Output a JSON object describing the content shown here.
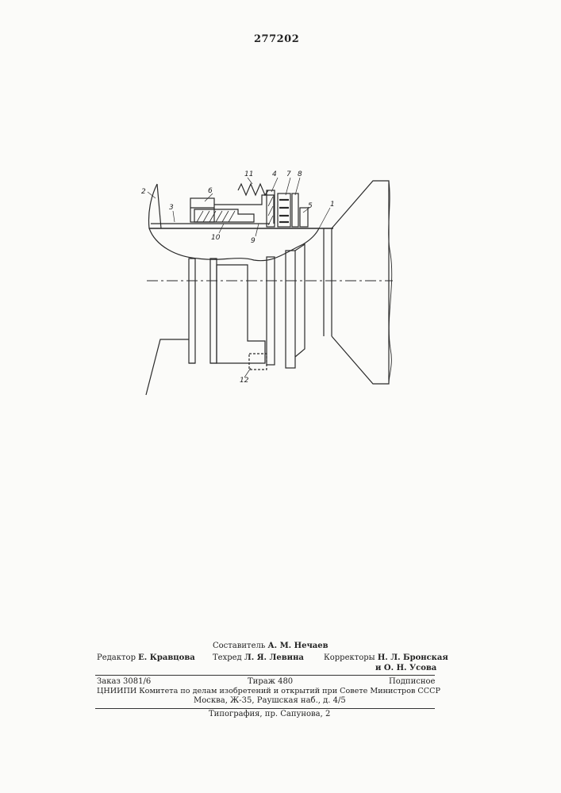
{
  "patent_number": "277202",
  "figure_labels": {
    "l1": "1",
    "l2": "2",
    "l3": "3",
    "l4": "4",
    "l5": "5",
    "l6": "6",
    "l7": "7",
    "l8": "8",
    "l9": "9",
    "l10": "10",
    "l11": "11",
    "l12": "12"
  },
  "imprint": {
    "compiler_label": "Составитель",
    "compiler_name": "А. М. Нечаев",
    "editor_label": "Редактор",
    "editor_name": "Е. Кравцова",
    "techred_label": "Техред",
    "techred_name": "Л. Я. Левина",
    "correctors_label": "Корректоры",
    "corrector_1": "Н. Л. Бронская",
    "corrector_2": "и О. Н. Усова",
    "order": "Заказ 3081/6",
    "print_run": "Тираж 480",
    "subscription": "Подписное",
    "institute": "ЦНИИПИ Комитета по делам изобретений и открытий при Совете Министров СССР",
    "address": "Москва, Ж-35, Раушская наб., д. 4/5",
    "printer": "Типография, пр. Сапунова, 2"
  }
}
